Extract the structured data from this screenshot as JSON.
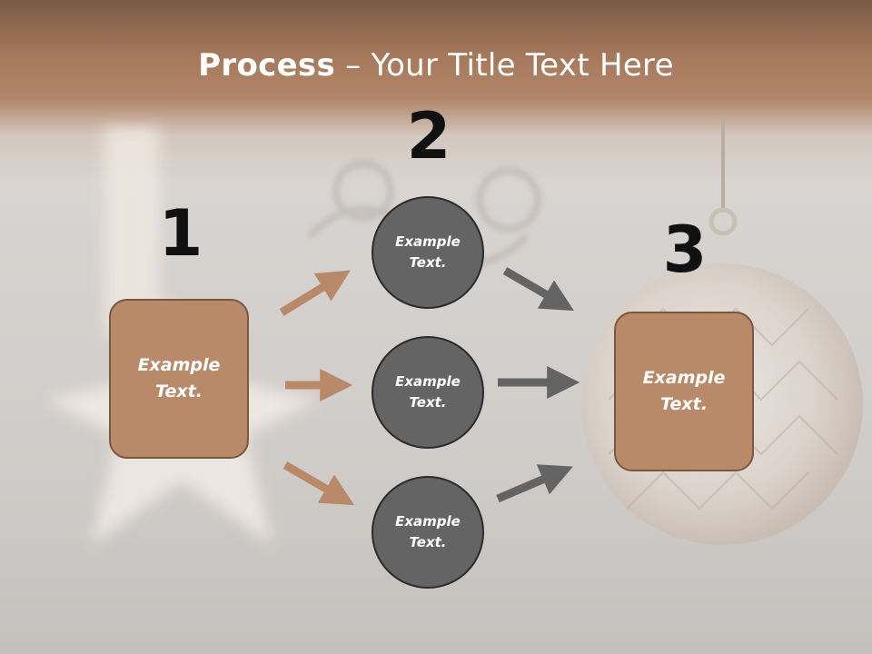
{
  "title": {
    "bold": "Process",
    "rest": " – Your Title Text Here"
  },
  "steps": [
    {
      "number": "1",
      "text_line1": "Example",
      "text_line2": "Text."
    },
    {
      "number": "2"
    },
    {
      "number": "3",
      "text_line1": "Example",
      "text_line2": "Text."
    }
  ],
  "circles": [
    {
      "text_line1": "Example",
      "text_line2": "Text."
    },
    {
      "text_line1": "Example",
      "text_line2": "Text."
    },
    {
      "text_line1": "Example",
      "text_line2": "Text."
    }
  ],
  "colors": {
    "box_fill": "#b98a6a",
    "box_border": "#7d5640",
    "circle_fill": "#646464",
    "circle_border": "#2b2b2b",
    "arrow_left": "#b98a6a",
    "arrow_right": "#646464"
  }
}
